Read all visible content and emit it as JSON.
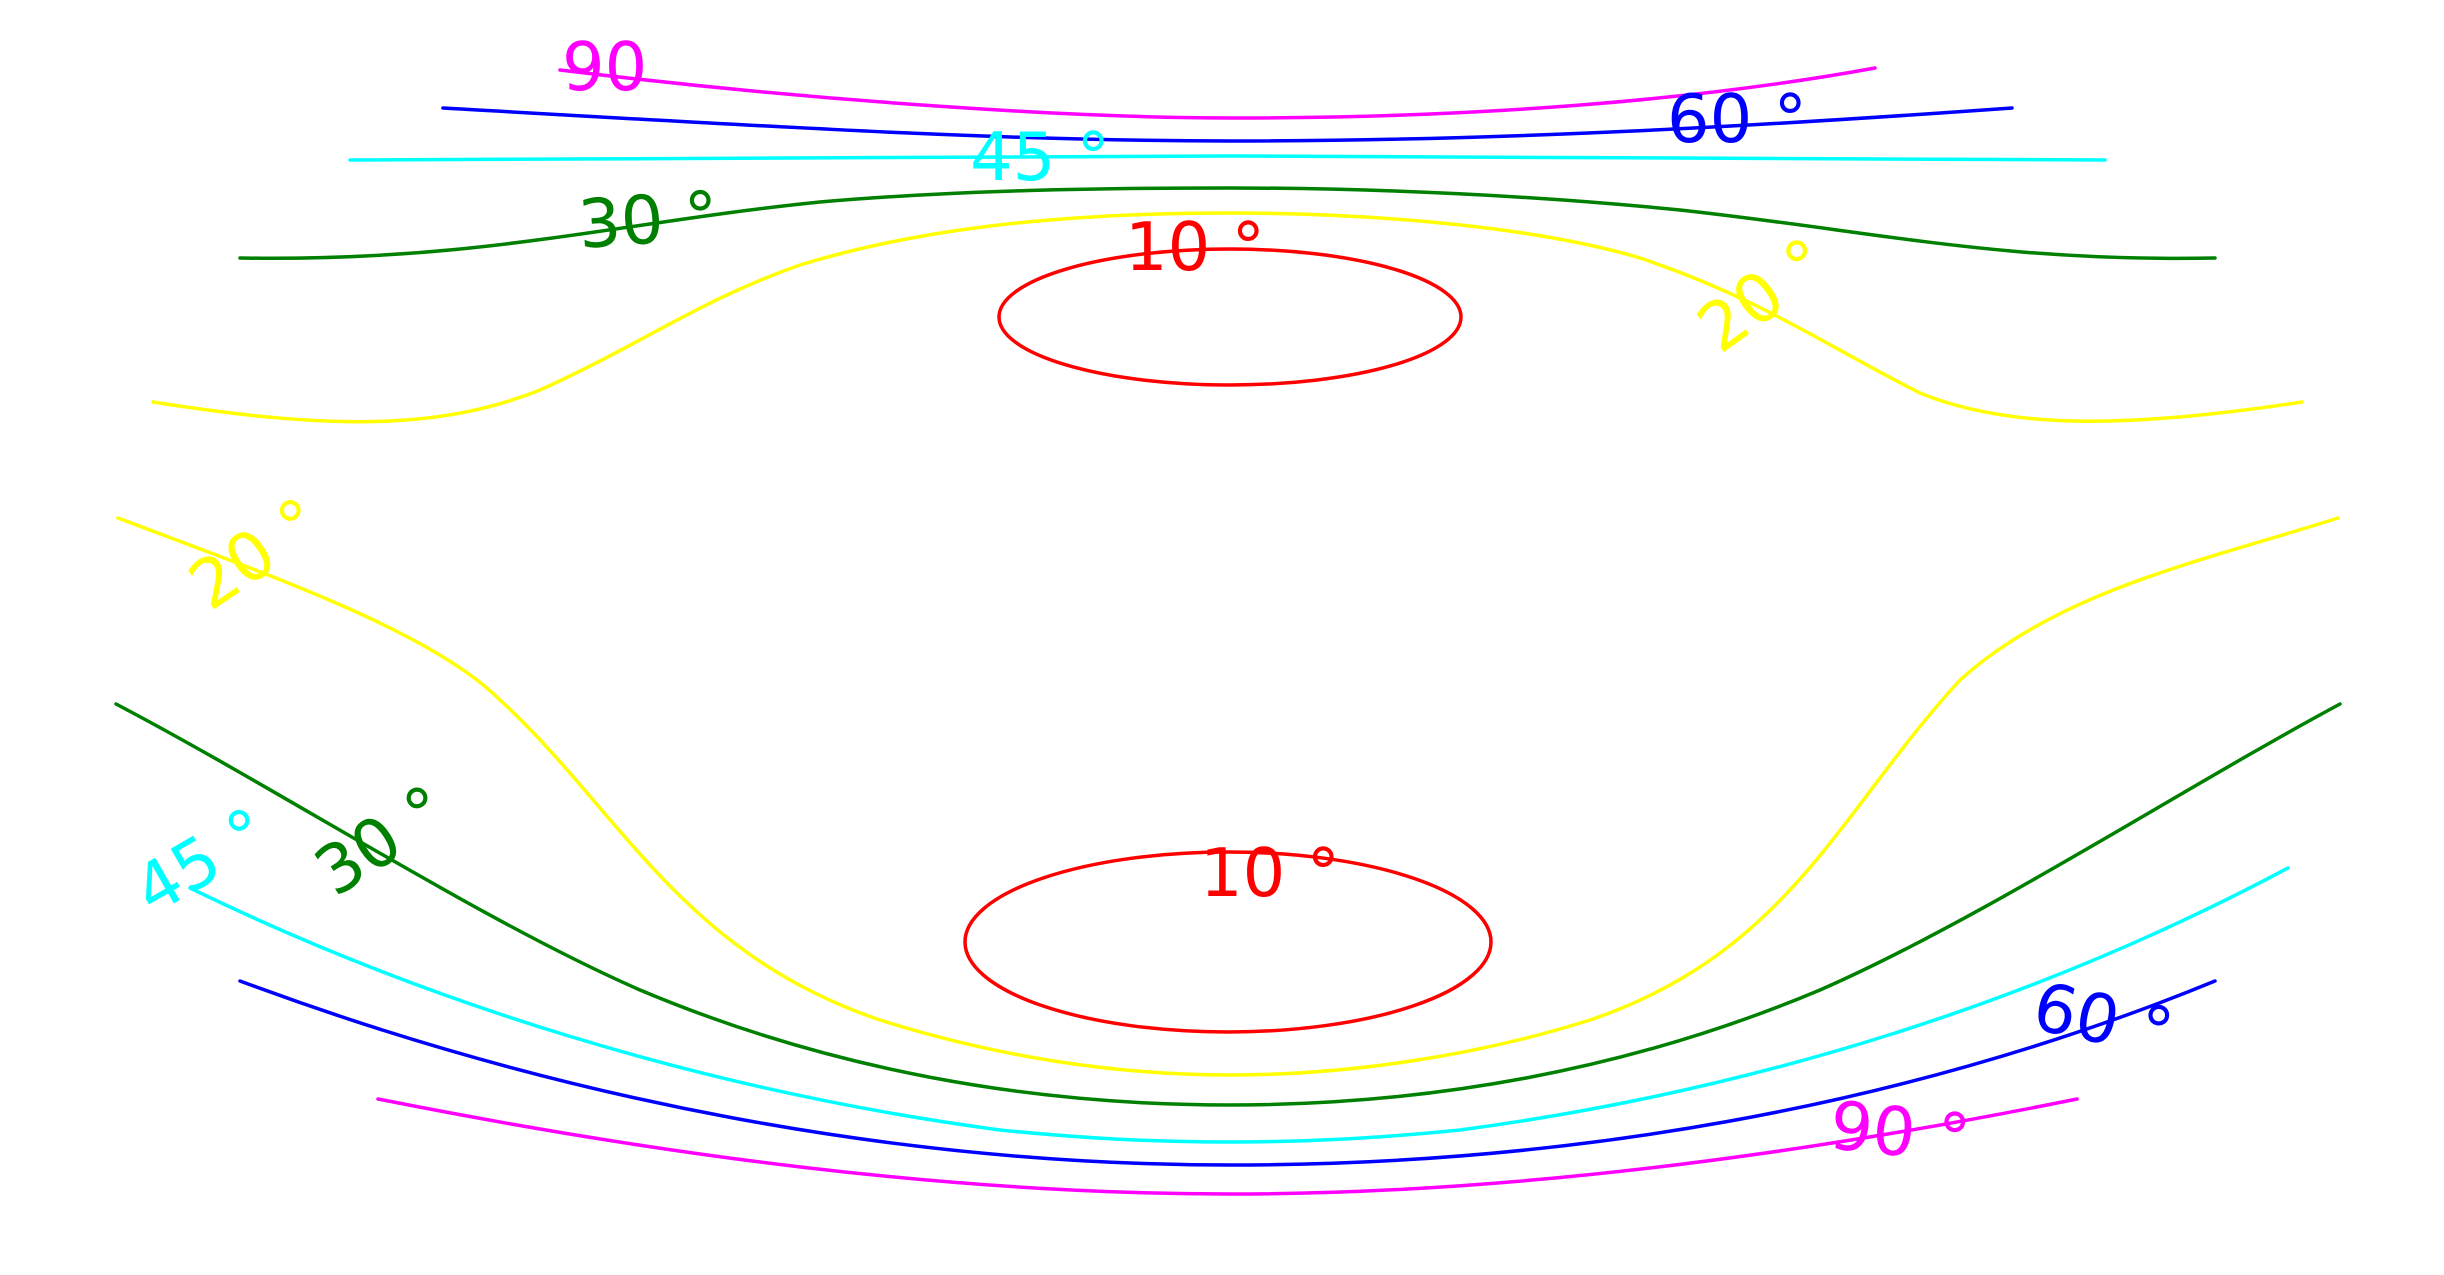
{
  "colors": {
    "background": "#ffffff",
    "contour_10": "#ff0000",
    "contour_20": "#ffff00",
    "contour_30": "#008000",
    "contour_45": "#00ffff",
    "contour_60": "#0000ff",
    "contour_90": "#ff00ff"
  },
  "labels": {
    "c90_top": "90",
    "c60_top": "60 °",
    "c45_top": "45 °",
    "c30_top": "30 °",
    "c10_top": "10 °",
    "c20_top_right": "20 °",
    "c20_left": "20 °",
    "c30_left": "30 °",
    "c45_left": "45 °",
    "c10_bottom": "10 °",
    "c60_bottom_right": "60 °",
    "c90_bottom_right": "90 °"
  }
}
